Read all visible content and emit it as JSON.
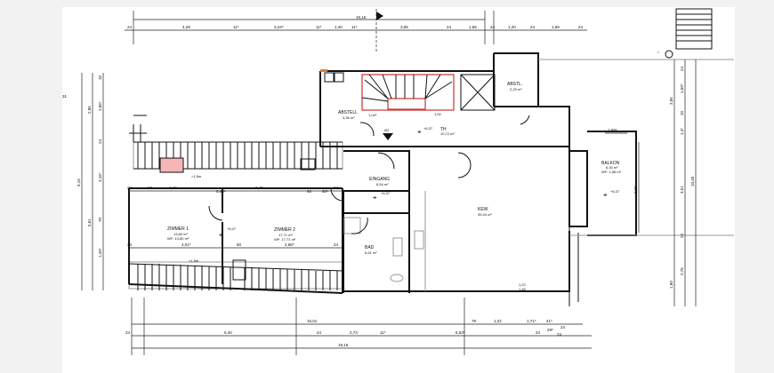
{
  "rooms": {
    "abstell": {
      "name": "ABSTELL",
      "area": "3,36 m²"
    },
    "th": {
      "name": "TH",
      "area": "10,72 m²",
      "level": "+6,37"
    },
    "abstl": {
      "name": "ABSTL.",
      "area": "2,25 m²"
    },
    "eingang": {
      "name": "EINGANG",
      "area": "8,54 m²",
      "level": "+6,37"
    },
    "kew": {
      "name": "KEW",
      "area": "35,44 m²"
    },
    "bad": {
      "name": "BAD",
      "area": "6,61 m²"
    },
    "zimmer1": {
      "name": "ZIMMER 1",
      "area": "13,80 m²",
      "wf": "WF: 13,80 m²",
      "level": "+6,37"
    },
    "zimmer2": {
      "name": "ZIMMER 2",
      "area": "17,71 m²",
      "wf": "WF: 17,71 m²"
    },
    "balkon": {
      "name": "BALKON",
      "area": "6,30 m²",
      "wf": "WF: 1,58 m²",
      "level": "+6,37"
    }
  },
  "annotations": {
    "stair_down": "Ø2",
    "roof_height_top": ">1,5m",
    "roof_height_bottom": ">1,5m",
    "stair_w1": "1,04⁵",
    "stair_w2": "1,00",
    "window_dim": "1,22",
    "window_dim2": "1,46",
    "sheet_mark": "31"
  },
  "dims_top": {
    "overall": "19,16",
    "segments": [
      "24",
      "4,29",
      "11⁵",
      "3,24⁵",
      "11⁵",
      "1,40",
      "11⁵",
      "3,65",
      "24",
      "1,65",
      "24",
      "1,20",
      "24",
      "1,69",
      "24"
    ]
  },
  "dims_room": {
    "z_top": [
      "24",
      "60",
      "1,10",
      "6,60⁵",
      "6,40",
      "60",
      "60⁵",
      "24"
    ],
    "z_bottom": [
      "24",
      "4,01⁵",
      "60",
      "2,88⁵",
      "24"
    ]
  },
  "dims_bottom": {
    "overall_upper": "15,01",
    "right": [
      "79",
      "1,22",
      "1,71⁵",
      "41⁵",
      "24"
    ],
    "segments": [
      "24",
      "6,40",
      "24",
      "2,73",
      "11⁵",
      "6,63⁵",
      "24",
      "29⁵",
      "24"
    ],
    "overall": "19,16"
  },
  "dims_left": {
    "overall": "9,19",
    "parts": [
      "2,86",
      "5,61"
    ],
    "details": [
      "10",
      "2,66⁵",
      "24",
      "3,16⁵",
      "70",
      "1,49⁵"
    ]
  },
  "dims_right": {
    "overall": "10,40",
    "parts": [
      "3,85",
      "3,51",
      "2,76"
    ],
    "balkon_w": "1,69⁵",
    "balkon_h": "3,09",
    "details": [
      "24",
      "1,69⁵",
      "10",
      "1,4⁵",
      "24",
      "1,80"
    ]
  }
}
